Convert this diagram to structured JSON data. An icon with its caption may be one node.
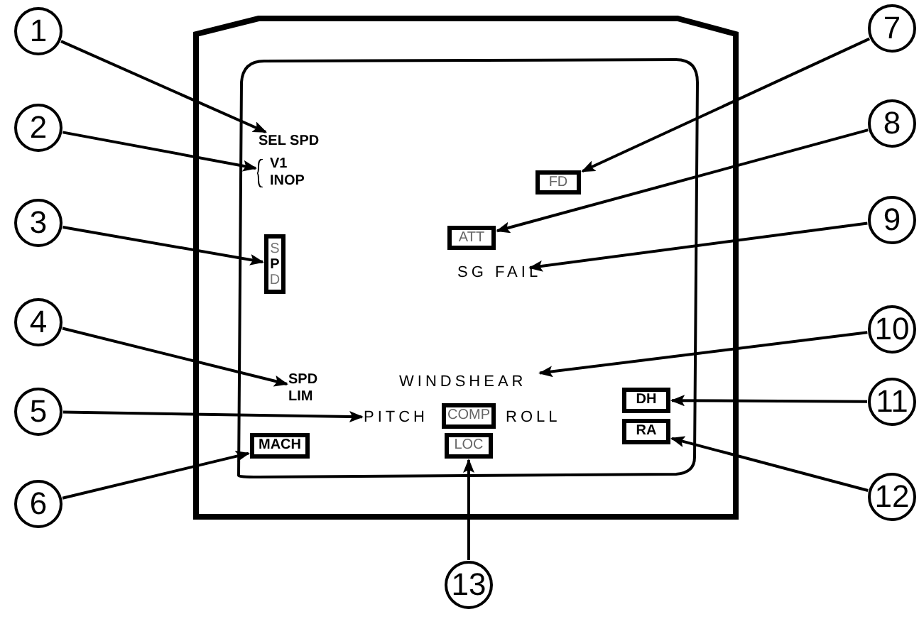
{
  "diagram": {
    "nodes": [
      {
        "text": [
          "1"
        ]
      },
      {
        "text": [
          "2"
        ]
      },
      {
        "text": [
          "3"
        ]
      },
      {
        "text": [
          "4"
        ]
      },
      {
        "text": [
          "5"
        ]
      },
      {
        "text": [
          "6"
        ]
      },
      {
        "text": [
          "7"
        ]
      },
      {
        "text": [
          "8"
        ]
      },
      {
        "text": [
          "9"
        ]
      },
      {
        "text": [
          "10"
        ]
      },
      {
        "text": [
          "11"
        ]
      },
      {
        "text": [
          "12"
        ]
      },
      {
        "text": [
          "13"
        ]
      },
      {
        "text": [
          "SEL SPD"
        ]
      },
      {
        "text": [
          "V1 INOP"
        ]
      },
      {
        "text": [
          "S**P**D"
        ]
      },
      {
        "text": [
          "SPD LIM"
        ]
      },
      {
        "text": [
          "PITCH"
        ]
      },
      {
        "text": [
          "MACH"
        ]
      },
      {
        "text": [
          "FD"
        ]
      },
      {
        "text": [
          "ATT"
        ]
      },
      {
        "text": [
          "SG FAIL"
        ]
      },
      {
        "text": [
          "WINDSHEAR"
        ]
      },
      {
        "text": [
          "DH"
        ]
      },
      {
        "text": [
          "RA"
        ]
      },
      {
        "text": [
          "COMP"
        ]
      },
      {
        "text": [
          "LOC"
        ]
      }
    ],
    "edges": [
      {
        "from": 0,
        "to": 13,
        "arrow": "to"
      },
      {
        "from": 1,
        "to": 14,
        "arrow": "to"
      },
      {
        "from": 2,
        "to": 15,
        "arrow": "to"
      },
      {
        "from": 3,
        "to": 16,
        "arrow": "to"
      },
      {
        "from": 4,
        "to": 17,
        "arrow": "to"
      },
      {
        "from": 5,
        "to": 18,
        "arrow": "to"
      },
      {
        "from": 6,
        "to": 19,
        "arrow": "to"
      },
      {
        "from": 7,
        "to": 20,
        "arrow": "to"
      },
      {
        "from": 8,
        "to": 21,
        "arrow": "to"
      },
      {
        "from": 9,
        "to": 22,
        "arrow": "to"
      },
      {
        "from": 10,
        "to": 23,
        "arrow": "to"
      },
      {
        "from": 11,
        "to": 24,
        "arrow": "to"
      },
      {
        "from": 12,
        "to": 26,
        "arrow": "to"
      }
    ],
    "labels": [
      "ROLL"
    ]
  }
}
